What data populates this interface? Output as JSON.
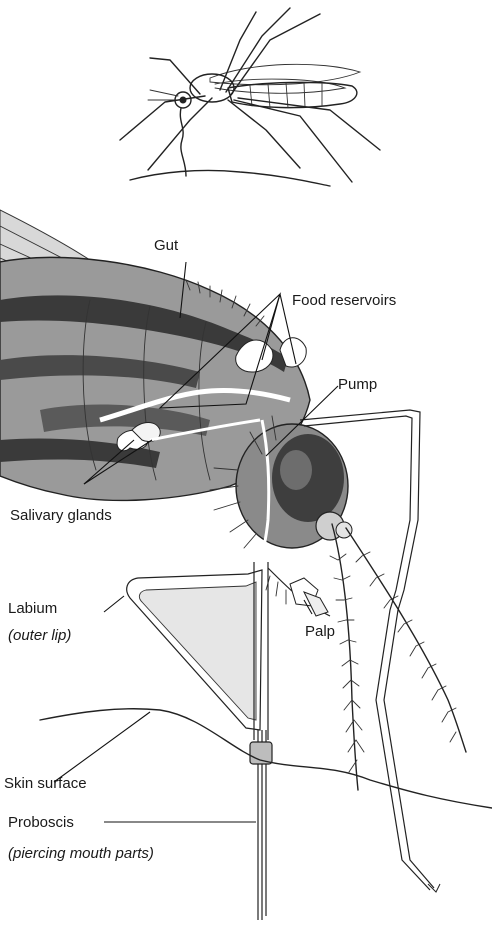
{
  "labels": {
    "gut": "Gut",
    "food_reservoirs": "Food reservoirs",
    "pump": "Pump",
    "salivary_glands": "Salivary glands",
    "labium": "Labium",
    "labium_note": "(outer lip)",
    "palp": "Palp",
    "skin_surface": "Skin surface",
    "proboscis": "Proboscis",
    "proboscis_note": "(piercing mouth parts)"
  }
}
